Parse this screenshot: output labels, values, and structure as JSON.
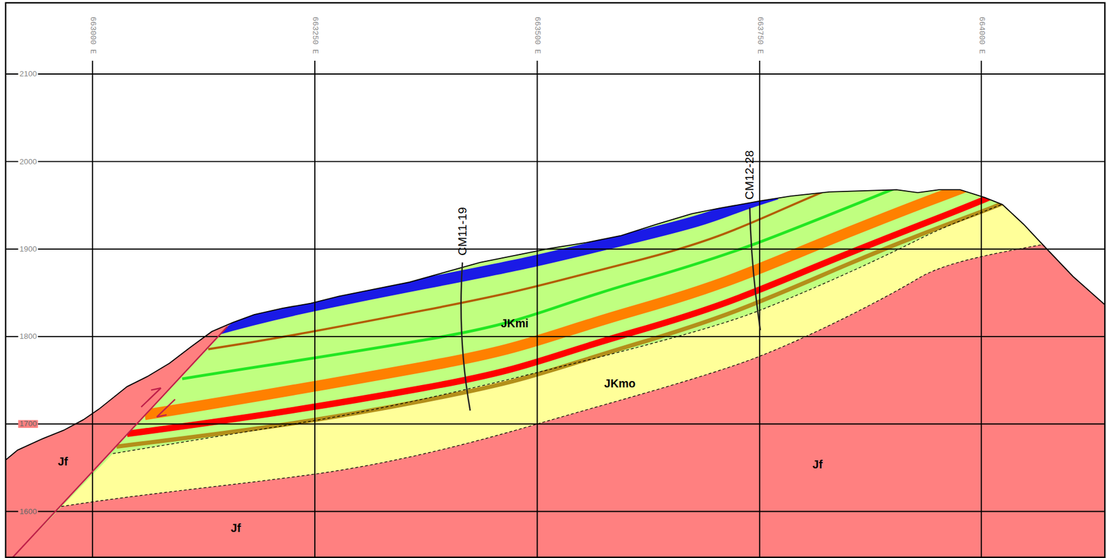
{
  "diagram": {
    "labels": [
      "663000 E",
      "663250 E",
      "663500 E",
      "663750 E",
      "664000 E",
      "2100",
      "2000",
      "1900",
      "1800",
      "1700",
      "1600",
      "CM11-19",
      "CM12-28",
      "JKmi",
      "JKmo",
      "Jf",
      "Jf",
      "Jf"
    ]
  }
}
